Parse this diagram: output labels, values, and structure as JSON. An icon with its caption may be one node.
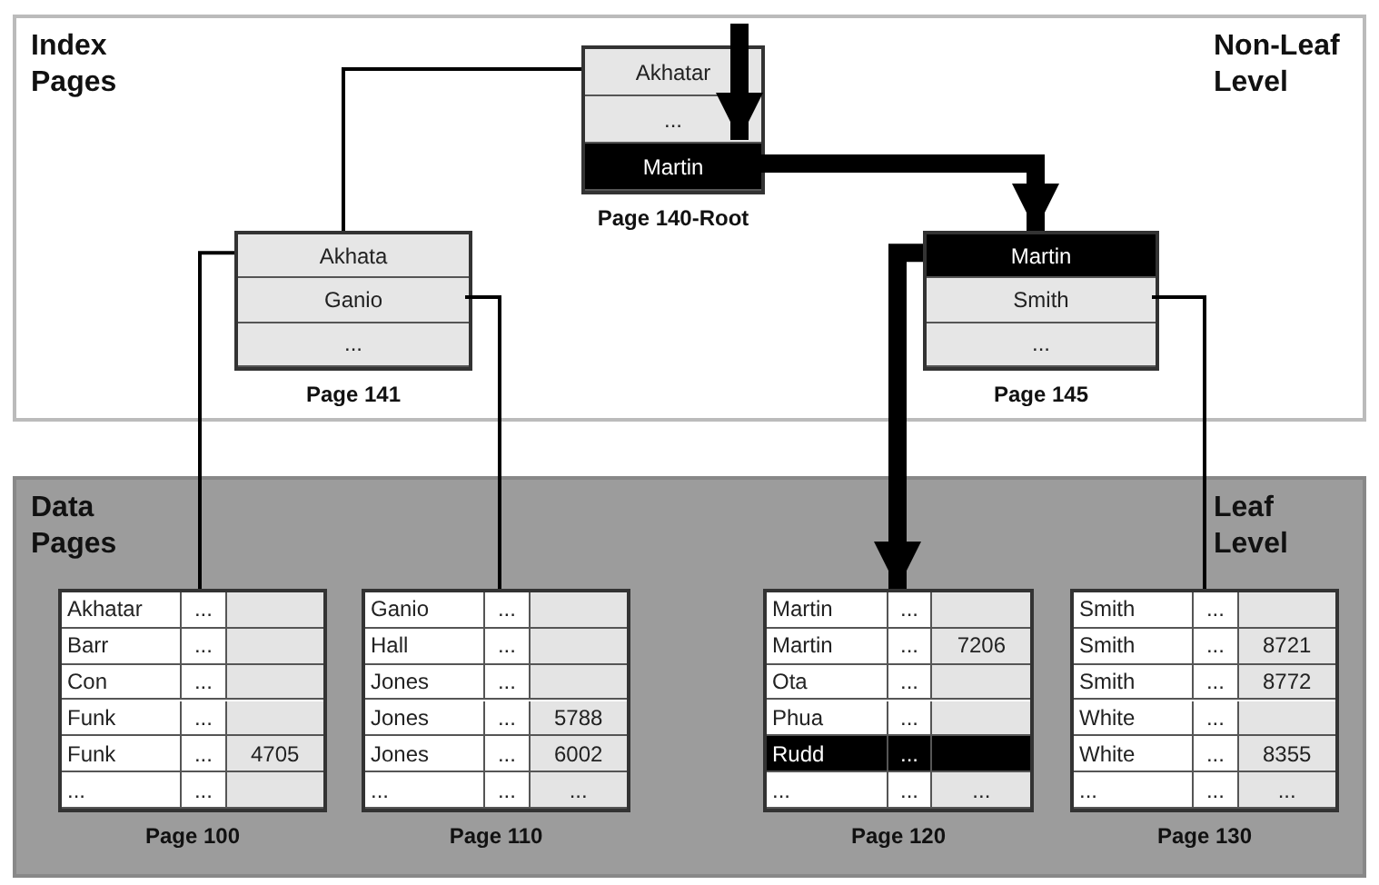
{
  "diagram": {
    "nodes": [
      {
        "text": [
          "Index Pages",
          "Non-Leaf Level"
        ]
      },
      {
        "text": [
          "Data Pages",
          "Leaf Level"
        ]
      },
      {
        "text": [],
        "shape": "box",
        "in": 0,
        "beside": [
          "Page 140-Root"
        ]
      },
      {
        "text": [
          "Akhatar"
        ],
        "in": 2
      },
      {
        "text": [
          "..."
        ],
        "in": 2
      },
      {
        "text": [
          "Martin"
        ],
        "in": 2
      },
      {
        "text": [],
        "shape": "box",
        "in": 0,
        "beside": [
          "Page 141"
        ]
      },
      {
        "text": [
          "Akhata"
        ],
        "in": 6
      },
      {
        "text": [
          "Ganio"
        ],
        "in": 6
      },
      {
        "text": [
          "..."
        ],
        "in": 6
      },
      {
        "text": [],
        "shape": "box",
        "in": 0,
        "beside": [
          "Page 145"
        ]
      },
      {
        "text": [
          "Martin"
        ],
        "in": 10
      },
      {
        "text": [
          "Smith"
        ],
        "in": 10
      },
      {
        "text": [
          "..."
        ],
        "in": 10
      },
      {
        "text": [],
        "shape": "box",
        "in": 1,
        "beside": [
          "Page 100"
        ]
      },
      {
        "text": [
          "Akhatar",
          "..."
        ],
        "in": 14
      },
      {
        "text": [
          "Barr",
          "..."
        ],
        "in": 14
      },
      {
        "text": [
          "Con",
          "..."
        ],
        "in": 14
      },
      {
        "text": [
          "Funk",
          "..."
        ],
        "in": 14
      },
      {
        "text": [
          "Funk",
          "...",
          "4705"
        ],
        "in": 14
      },
      {
        "text": [
          "...",
          "..."
        ],
        "in": 14
      },
      {
        "text": [],
        "shape": "box",
        "in": 1,
        "beside": [
          "Page 110"
        ]
      },
      {
        "text": [
          "Ganio",
          "..."
        ],
        "in": 21
      },
      {
        "text": [
          "Hall",
          "..."
        ],
        "in": 21
      },
      {
        "text": [
          "Jones",
          "..."
        ],
        "in": 21
      },
      {
        "text": [
          "Jones",
          "...",
          "5788"
        ],
        "in": 21
      },
      {
        "text": [
          "Jones",
          "...",
          "6002"
        ],
        "in": 21
      },
      {
        "text": [
          "...",
          "...",
          "..."
        ],
        "in": 21
      },
      {
        "text": [],
        "shape": "box",
        "in": 1,
        "beside": [
          "Page 120"
        ]
      },
      {
        "text": [
          "Martin",
          "..."
        ],
        "in": 28
      },
      {
        "text": [
          "Martin",
          "...",
          "7206"
        ],
        "in": 28
      },
      {
        "text": [
          "Ota",
          "..."
        ],
        "in": 28
      },
      {
        "text": [
          "Phua",
          "..."
        ],
        "in": 28
      },
      {
        "text": [
          "Rudd",
          "..."
        ],
        "in": 28
      },
      {
        "text": [
          "...",
          "...",
          "..."
        ],
        "in": 28
      },
      {
        "text": [],
        "shape": "box",
        "in": 1,
        "beside": [
          "Page 130"
        ]
      },
      {
        "text": [
          "Smith",
          "..."
        ],
        "in": 35
      },
      {
        "text": [
          "Smith",
          "...",
          "8721"
        ],
        "in": 35
      },
      {
        "text": [
          "Smith",
          "...",
          "8772"
        ],
        "in": 35
      },
      {
        "text": [
          "White",
          "..."
        ],
        "in": 35
      },
      {
        "text": [
          "White",
          "...",
          "8355"
        ],
        "in": 35
      },
      {
        "text": [
          "...",
          "...",
          "..."
        ],
        "in": 35
      }
    ],
    "edges": [
      {
        "from": null,
        "to": 5,
        "arrow": "to",
        "style": "thick"
      },
      {
        "from": 3,
        "to": 6,
        "arrow": "none"
      },
      {
        "from": 5,
        "to": 10,
        "arrow": "to",
        "style": "thick"
      },
      {
        "from": 7,
        "to": 14,
        "arrow": "none"
      },
      {
        "from": 8,
        "to": 21,
        "arrow": "none"
      },
      {
        "from": 11,
        "to": 28,
        "arrow": "to",
        "style": "thick"
      },
      {
        "from": 12,
        "to": 35,
        "arrow": "none"
      }
    ]
  }
}
